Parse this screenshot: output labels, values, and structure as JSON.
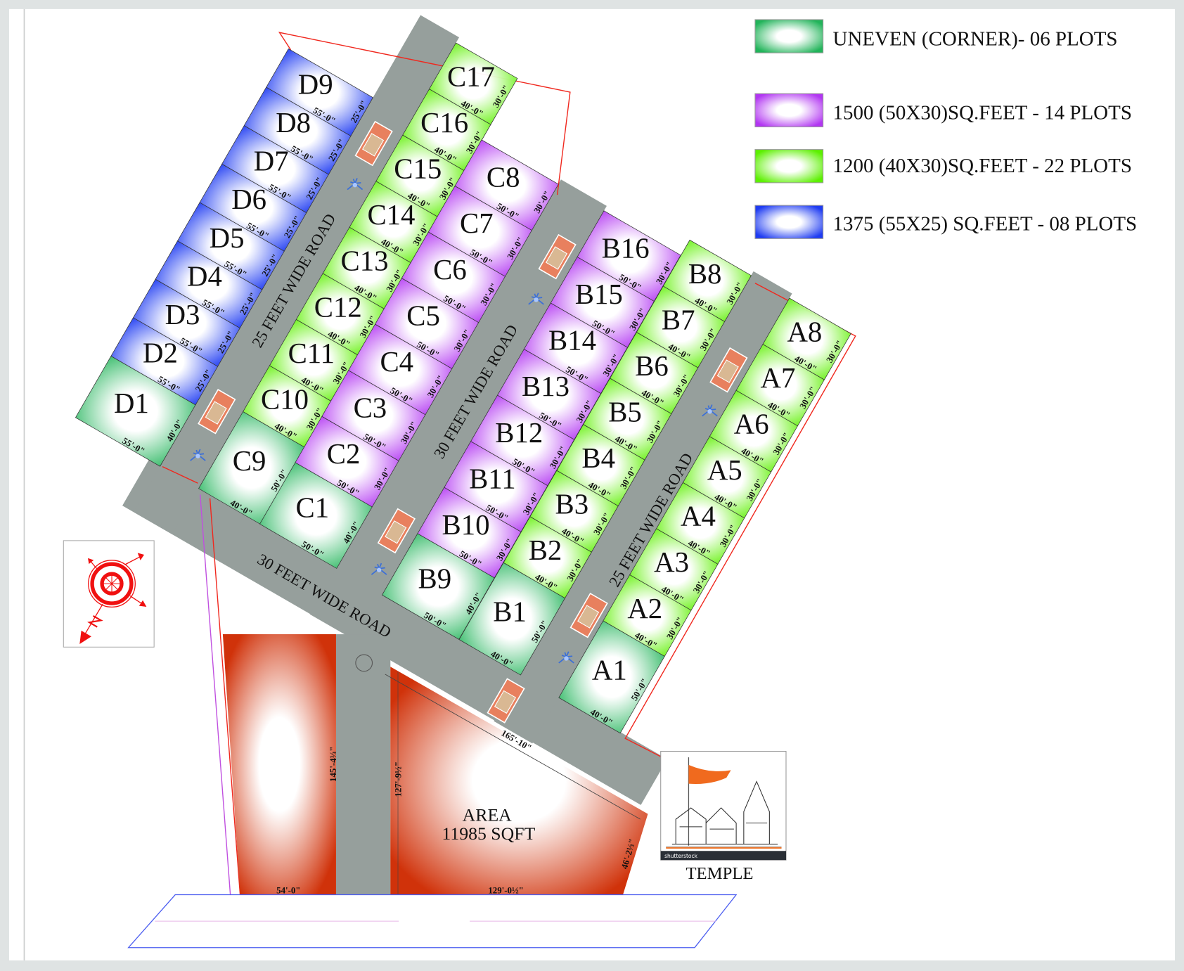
{
  "legend": [
    {
      "type": "corner",
      "label": "UNEVEN  (CORNER)- 06 PLOTS"
    },
    {
      "type": "purple",
      "label": "1500 (50X30)SQ.FEET - 14 PLOTS"
    },
    {
      "type": "green",
      "label": "1200 (40X30)SQ.FEET - 22 PLOTS"
    },
    {
      "type": "blue",
      "label": "1375 (55X25) SQ.FEET - 08 PLOTS"
    }
  ],
  "colors": {
    "corner": "#22b45a",
    "purple": "#b236f2",
    "green": "#5cf000",
    "blue": "#1f3cf2",
    "red": "#d0320a",
    "road": "#969f9c",
    "boundary": "#f0281e"
  },
  "roads": {
    "road_d_c": "25 FEET WIDE ROAD",
    "road_c_b": "30 FEET WIDE ROAD",
    "road_b_a": "25 FEET WIDE ROAD",
    "road_bottom": "30 FEET WIDE ROAD"
  },
  "columns": [
    {
      "id": "D",
      "plots": [
        {
          "label": "D1",
          "type": "corner",
          "depth": "55'-0\"",
          "width": "40'-0\""
        },
        {
          "label": "D2",
          "type": "blue",
          "depth": "55'-0\"",
          "width": "25'-0\""
        },
        {
          "label": "D3",
          "type": "blue",
          "depth": "55'-0\"",
          "width": "25'-0\""
        },
        {
          "label": "D4",
          "type": "blue",
          "depth": "55'-0\"",
          "width": "25'-0\""
        },
        {
          "label": "D5",
          "type": "blue",
          "depth": "55'-0\"",
          "width": "25'-0\""
        },
        {
          "label": "D6",
          "type": "blue",
          "depth": "55'-0\"",
          "width": "25'-0\""
        },
        {
          "label": "D7",
          "type": "blue",
          "depth": "55'-0\"",
          "width": "25'-0\""
        },
        {
          "label": "D8",
          "type": "blue",
          "depth": "55'-0\"",
          "width": "25'-0\""
        },
        {
          "label": "D9",
          "type": "blue",
          "depth": "55'-0\"",
          "width": "25'-0\""
        }
      ]
    },
    {
      "id": "C-west",
      "plots": [
        {
          "label": "C9",
          "type": "corner",
          "depth": "40'-0\"",
          "width": "50'-0\""
        },
        {
          "label": "C10",
          "type": "green",
          "depth": "40'-0\"",
          "width": "30'-0\""
        },
        {
          "label": "C11",
          "type": "green",
          "depth": "40'-0\"",
          "width": "30'-0\""
        },
        {
          "label": "C12",
          "type": "green",
          "depth": "40'-0\"",
          "width": "30'-0\""
        },
        {
          "label": "C13",
          "type": "green",
          "depth": "40'-0\"",
          "width": "30'-0\""
        },
        {
          "label": "C14",
          "type": "green",
          "depth": "40'-0\"",
          "width": "30'-0\""
        },
        {
          "label": "C15",
          "type": "green",
          "depth": "40'-0\"",
          "width": "30'-0\""
        },
        {
          "label": "C16",
          "type": "green",
          "depth": "40'-0\"",
          "width": "30'-0\""
        },
        {
          "label": "C17",
          "type": "green",
          "depth": "40'-0\"",
          "width": "30'-0\""
        }
      ]
    },
    {
      "id": "C-east",
      "plots": [
        {
          "label": "C1",
          "type": "corner",
          "depth": "50'-0\"",
          "width": "40'-0\""
        },
        {
          "label": "C2",
          "type": "purple",
          "depth": "50'-0\"",
          "width": "30'-0\""
        },
        {
          "label": "C3",
          "type": "purple",
          "depth": "50'-0\"",
          "width": "30'-0\""
        },
        {
          "label": "C4",
          "type": "purple",
          "depth": "50'-0\"",
          "width": "30'-0\""
        },
        {
          "label": "C5",
          "type": "purple",
          "depth": "50'-0\"",
          "width": "30'-0\""
        },
        {
          "label": "C6",
          "type": "purple",
          "depth": "50'-0\"",
          "width": "30'-0\""
        },
        {
          "label": "C7",
          "type": "purple",
          "depth": "50'-0\"",
          "width": "30'-0\""
        },
        {
          "label": "C8",
          "type": "purple",
          "depth": "50'-0\"",
          "width": "30'-0\""
        }
      ]
    },
    {
      "id": "B-west",
      "plots": [
        {
          "label": "B9",
          "type": "corner",
          "depth": "50'-0\"",
          "width": "40'-0\""
        },
        {
          "label": "B10",
          "type": "purple",
          "depth": "50'-0\"",
          "width": "30'-0\""
        },
        {
          "label": "B11",
          "type": "purple",
          "depth": "50'-0\"",
          "width": "30'-0\""
        },
        {
          "label": "B12",
          "type": "purple",
          "depth": "50'-0\"",
          "width": "30'-0\""
        },
        {
          "label": "B13",
          "type": "purple",
          "depth": "50'-0\"",
          "width": "30'-0\""
        },
        {
          "label": "B14",
          "type": "purple",
          "depth": "50'-0\"",
          "width": "30'-0\""
        },
        {
          "label": "B15",
          "type": "purple",
          "depth": "50'-0\"",
          "width": "30'-0\""
        },
        {
          "label": "B16",
          "type": "purple",
          "depth": "50'-0\"",
          "width": "30'-0\""
        }
      ]
    },
    {
      "id": "B-east",
      "plots": [
        {
          "label": "B1",
          "type": "corner",
          "depth": "40'-0\"",
          "width": "50'-0\""
        },
        {
          "label": "B2",
          "type": "green",
          "depth": "40'-0\"",
          "width": "30'-0\""
        },
        {
          "label": "B3",
          "type": "green",
          "depth": "40'-0\"",
          "width": "30'-0\""
        },
        {
          "label": "B4",
          "type": "green",
          "depth": "40'-0\"",
          "width": "30'-0\""
        },
        {
          "label": "B5",
          "type": "green",
          "depth": "40'-0\"",
          "width": "30'-0\""
        },
        {
          "label": "B6",
          "type": "green",
          "depth": "40'-0\"",
          "width": "30'-0\""
        },
        {
          "label": "B7",
          "type": "green",
          "depth": "40'-0\"",
          "width": "30'-0\""
        },
        {
          "label": "B8",
          "type": "green",
          "depth": "40'-0\"",
          "width": "30'-0\""
        }
      ]
    },
    {
      "id": "A",
      "plots": [
        {
          "label": "A1",
          "type": "corner",
          "depth": "40'-0\"",
          "width": "50'-0\""
        },
        {
          "label": "A2",
          "type": "green",
          "depth": "40'-0\"",
          "width": "30'-0\""
        },
        {
          "label": "A3",
          "type": "green",
          "depth": "40'-0\"",
          "width": "30'-0\""
        },
        {
          "label": "A4",
          "type": "green",
          "depth": "40'-0\"",
          "width": "30'-0\""
        },
        {
          "label": "A5",
          "type": "green",
          "depth": "40'-0\"",
          "width": "30'-0\""
        },
        {
          "label": "A6",
          "type": "green",
          "depth": "40'-0\"",
          "width": "30'-0\""
        },
        {
          "label": "A7",
          "type": "green",
          "depth": "40'-0\"",
          "width": "30'-0\""
        },
        {
          "label": "A8",
          "type": "green",
          "depth": "40'-0\"",
          "width": "30'-0\""
        }
      ]
    }
  ],
  "big_plot": {
    "area_title": "AREA",
    "area_value": "11985 SQFT",
    "dims": {
      "left_side": "145'-4⅓\"",
      "right_side": "127'-9½\"",
      "diagonal": "165'-10\"",
      "east_side": "46'-2⅓\"",
      "bottom_left": "54'-0\"",
      "bottom_right": "129'-0½\""
    }
  },
  "temple": {
    "label": "TEMPLE",
    "watermark": "shutterstock"
  }
}
